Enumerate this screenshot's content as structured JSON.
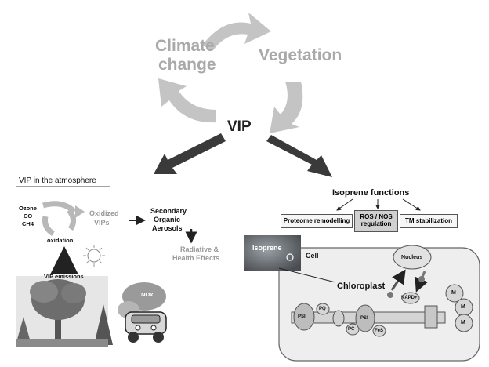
{
  "cycle": {
    "climate_change_line1": "Climate",
    "climate_change_line2": "change",
    "vegetation": "Vegetation",
    "vip": "VIP"
  },
  "atmosphere": {
    "title": "VIP in the atmosphere",
    "gases": [
      "Ozone",
      "CO",
      "CH4"
    ],
    "oxidation": "oxidation",
    "oxidized_vips_line1": "Oxidized",
    "oxidized_vips_line2": "VIPs",
    "soa_line1": "Secondary",
    "soa_line2": "Organic",
    "soa_line3": "Aerosols",
    "effects_line1": "Radiative &",
    "effects_line2": "Health Effects",
    "emissions": "VIP emissions",
    "nox": "NOx"
  },
  "isoprene": {
    "title": "Isoprene functions",
    "functions": [
      "Proteome remodelling",
      "ROS / NOS regulation",
      "TM stabilization"
    ],
    "leaf_label": "Isoprene",
    "cell_label": "Cell",
    "nucleus": "Nucleus",
    "chloroplast": "Chloroplast",
    "membrane_labels": {
      "psii": "PSII",
      "pq": "PQ",
      "psi": "PSI",
      "pc": "PC",
      "fes": "FeS",
      "nadph": "NAPD+",
      "m": "M"
    }
  },
  "colors": {
    "cycle_arrow": "#c4c4c4",
    "dark_arrow": "#3a3a3a",
    "cell_bg": "#eeeeee",
    "highlight_box": "#d0d0d0"
  }
}
